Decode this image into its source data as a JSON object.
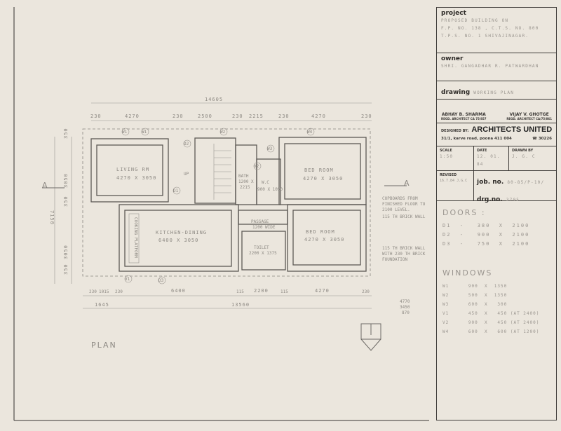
{
  "plan": {
    "title": "PLAN",
    "section_marker": "A",
    "rooms": {
      "living": {
        "name": "LIVING RM",
        "size": "4270 X 3050"
      },
      "bed1": {
        "name": "BED ROOM",
        "size": "4270 X 3050"
      },
      "kitchen": {
        "name": "KITCHEN-DINING",
        "size": "6400 X 3050"
      },
      "bath": {
        "name": "BATH",
        "size": "1200 X",
        "size2": "2215"
      },
      "passage": {
        "name": "PASSAGE",
        "size": "1200 WIDE"
      },
      "toilet": {
        "name": "TOILET",
        "size": "2200 X 1375"
      },
      "bed2": {
        "name": "BED ROOM",
        "size": "4270 X 3050"
      },
      "wc": {
        "name": "W.C",
        "size": "900 X 1050"
      },
      "cooking": "COOKING PLATFORM",
      "up": "UP"
    },
    "dims_top_total": "14605",
    "dims_top": [
      "230",
      "4270",
      "230",
      "2500",
      "230",
      "2215",
      "230",
      "4270",
      "230"
    ],
    "dims_bottom": [
      "230",
      "1015",
      "230",
      "6400",
      "115",
      "2200",
      "115",
      "4270",
      "230"
    ],
    "dims_bottom2": [
      "1645",
      "13560"
    ],
    "dims_left_total": "7150",
    "dims_left": [
      "350",
      "3050",
      "350",
      "3050",
      "350"
    ],
    "tags": [
      "W1",
      "W1",
      "W2",
      "W3",
      "W4",
      "V1",
      "V2",
      "D1",
      "D2",
      "D3"
    ],
    "notes": {
      "cupboards": [
        "CUPBOARDS FROM",
        "FINISHED FLOOR TO",
        "2100 LEVEL."
      ],
      "wall115": "115 TH BRICK WALL",
      "wall_found": [
        "115 TH BRICK WALL",
        "WITH 230 TH BRICK",
        "FOUNDATION"
      ],
      "pencil": [
        "4770",
        "3450",
        "870"
      ]
    }
  },
  "titleblock": {
    "project_label": "project",
    "project_lines": [
      "PROPOSED BUILDING ON",
      "F.P. NO. 138 ,  C.T.S. NO. 800",
      "T.P.S. NO. 1   SHIVAJINAGAR."
    ],
    "owner_label": "owner",
    "owner": "SHRI. GANGADHAR R. PATWARDHAN",
    "drawing_label": "drawing",
    "drawing": "WORKING PLAN",
    "architect1": {
      "name": "ABHAY B. SHARMA",
      "reg": "REGD. ARCHITECT CA 75/857"
    },
    "architect2": {
      "name": "VIJAY V. GHOTGE",
      "reg": "REGD. ARCHITECT CA/75/861"
    },
    "designed_by_label": "DESIGNED BY:",
    "firm": "ARCHITECTS UNITED",
    "address": "31/1, karve road, poona 411 004",
    "phone": "☎ 30226",
    "scale_label": "SCALE",
    "scale": "1:50",
    "date_label": "DATE",
    "date": "12. 01. 84",
    "drawn_label": "DRAWN BY",
    "drawn": "J. G. C",
    "revised_label": "REVISED",
    "revised": "16.7.84 J.G.C",
    "job_label": "job. no.",
    "job": "80-85/P-10/",
    "drg_label": "drg.no.",
    "drg": "3705"
  },
  "schedule": {
    "doors_title": "DOORS :",
    "doors": [
      "D1  -   380  X  2100",
      "D2  -   900  X  2100",
      "D3  -   750  X  2100"
    ],
    "windows_title": "WINDOWS",
    "windows": [
      "W1      900  X  1350",
      "W2      500  X  1350",
      "W3      600  X   300",
      "V1      450  X   450 (AT 2400)",
      "V2      900  X   450 (AT 2400)",
      "W4      600  X   600 (AT 1200)"
    ]
  }
}
